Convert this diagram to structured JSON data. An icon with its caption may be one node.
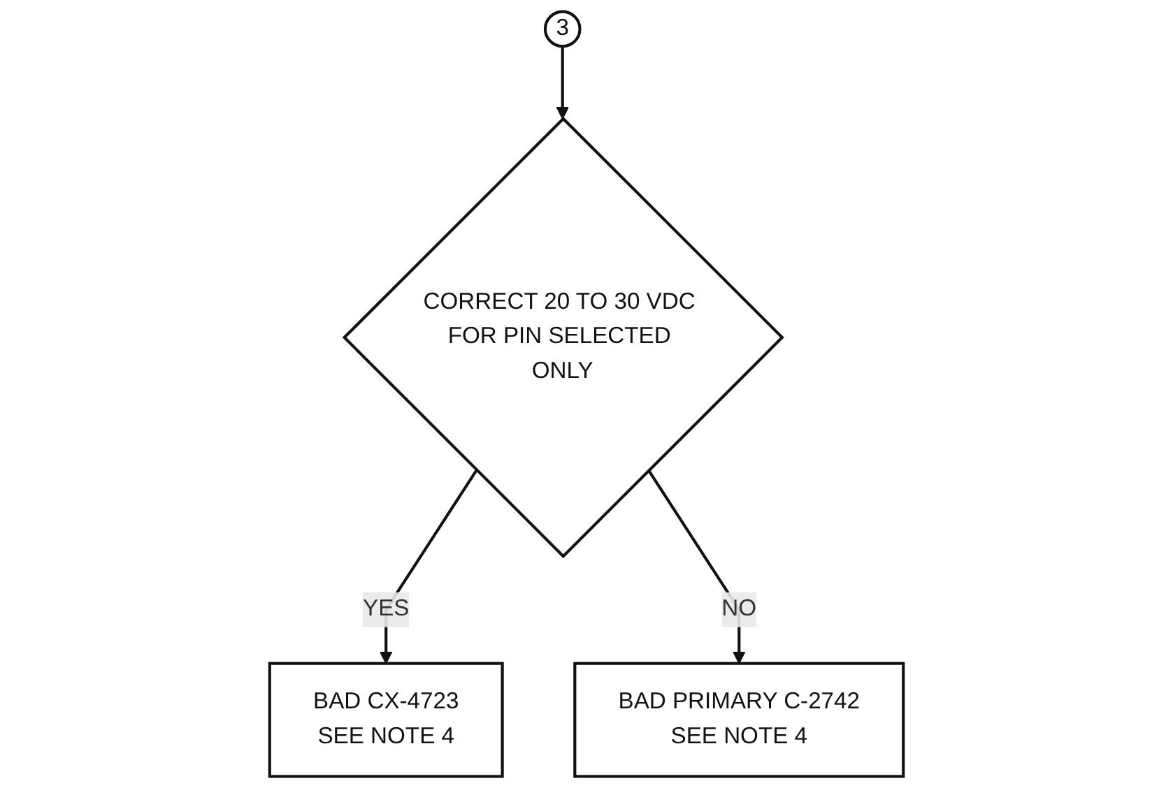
{
  "diagram": {
    "nodes": [
      {
        "text": [
          "3"
        ]
      },
      {
        "text": [
          "CORRECT 20 TO 30 VDC FOR PIN SELECTED ONLY"
        ]
      },
      {
        "text": [
          "BAD CX-4723",
          "SEE NOTE 4"
        ]
      },
      {
        "text": [
          "BAD PRIMARY C-2742",
          "SEE NOTE 4"
        ]
      }
    ],
    "edges": [
      {
        "from": 0,
        "to": 1,
        "arrow": "to"
      },
      {
        "from": 1,
        "to": 2,
        "arrow": "to",
        "label": "YES"
      },
      {
        "from": 1,
        "to": 3,
        "arrow": "to",
        "label": "NO"
      }
    ]
  }
}
